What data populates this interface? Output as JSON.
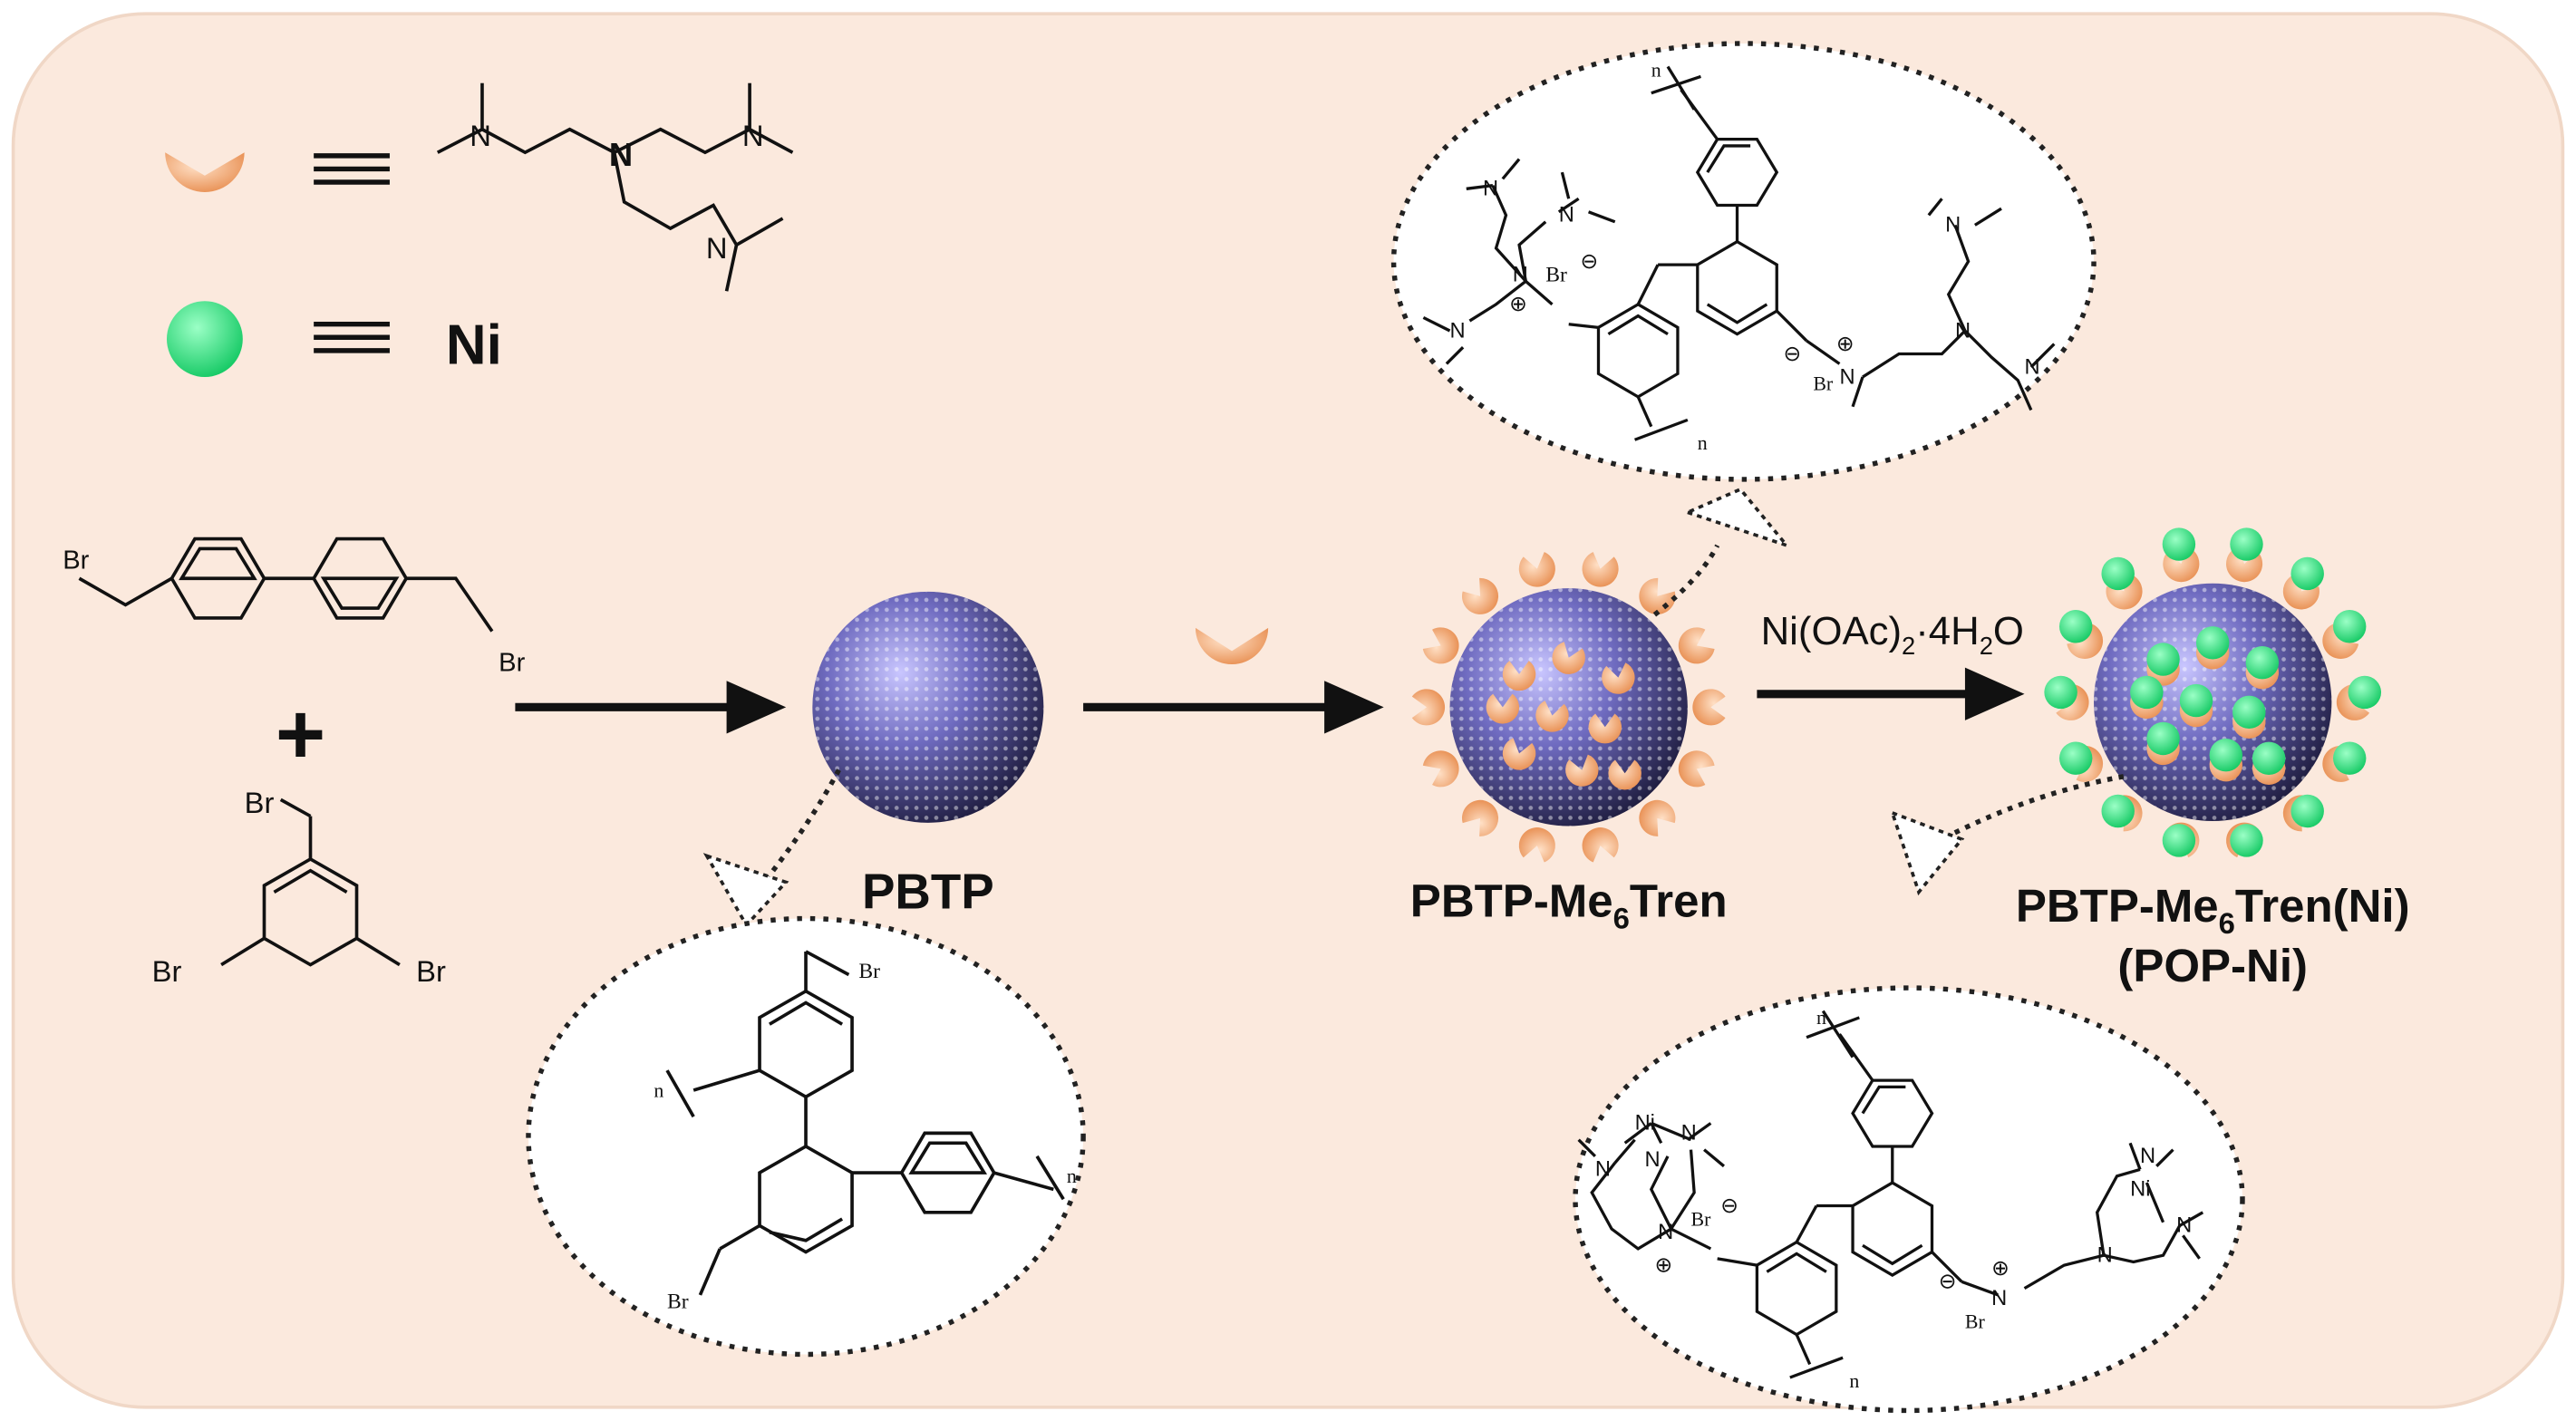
{
  "legend": {
    "ligand_equiv": "≡",
    "nickel_equiv": "≡",
    "nickel_label": "Ni"
  },
  "atoms": {
    "n": "N",
    "br": "Br",
    "ni": "Ni",
    "repeat": "n",
    "plus": "⊕",
    "minus": "⊖"
  },
  "labels": {
    "pbtp": "PBTP",
    "pbtp_me6tren_prefix": "PBTP-Me",
    "pbtp_me6tren_sub": "6",
    "pbtp_me6tren_suffix": "Tren",
    "pop_ni_prefix": "PBTP-Me",
    "pop_ni_sub": "6",
    "pop_ni_suffix": "Tren(Ni)",
    "pop_ni_alias": "(POP-Ni)"
  },
  "reagents": {
    "nickel_salt_a": "Ni(OAc)",
    "nickel_salt_sub1": "2",
    "nickel_salt_b": "·4H",
    "nickel_salt_sub2": "2",
    "nickel_salt_c": "O",
    "plus_sign": "+"
  },
  "colors": {
    "background_panel": "#fbe9dd",
    "ligand_orange": "#f4b080",
    "nickel_green": "#2ee07a",
    "sphere_purple": "#5d5a9c",
    "arrow": "#111111"
  }
}
